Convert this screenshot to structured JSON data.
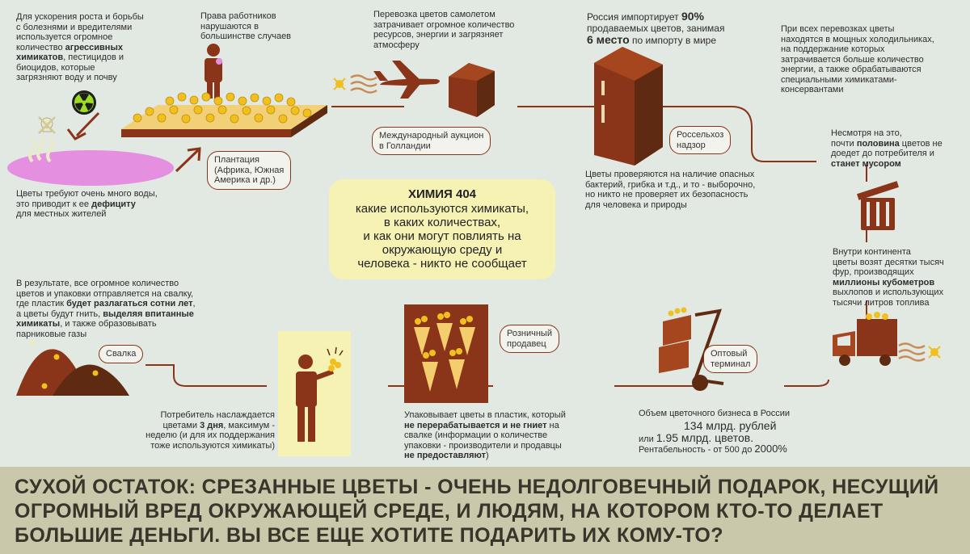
{
  "colors": {
    "brown": "#8a3419",
    "dark_brown": "#5e2a12",
    "flower": "#f0c01e",
    "pink": "#e48fe0",
    "bg": "#e2e8e2",
    "center_bg": "#f5f2b4",
    "bottom_bg": "#c9c8ab"
  },
  "center": {
    "title": "ХИМИЯ 404",
    "body": "какие используются химикаты,\nв каких количествах,\nи как они могут повлиять на\nокружающую среду и\nчеловека - никто не сообщает"
  },
  "nodes": {
    "plantation": "Плантация\n(Африка, Южная\nАмерика и др.)",
    "auction": "Международный аукцион\nв Голландии",
    "rosselhoz": "Россельхоз\nнадзор",
    "retail": "Розничный\nпродавец",
    "wholesale": "Оптовый\nтерминал",
    "dump": "Свалка"
  },
  "texts": {
    "growth_a": "Для ускорения роста и борьбы\nс болезнями и вредителями\nиспользуется огромное\nколичество ",
    "growth_b": "агрессивных\nхимикатов",
    "growth_c": ", пестицидов и\nбиоцидов, которые\nзагрязняют воду и почву",
    "workers": "Права работников\nнарушаются в\nбольшинстве случаев",
    "plane": "Перевозка цветов самолетом\nзатрачивает огромное количество\nресурсов, энергии и загрязняет\nатмосферу",
    "import_a": "Россия импортирует ",
    "import_b": "90%",
    "import_c": "\nпродаваемых цветов, занимая\n",
    "import_d": "6 место",
    "import_e": " по импорту в мире",
    "fridges": "При всех перевозках цветы\nнаходятся в мощных холодильниках,\nна поддержание которых\nзатрачивается больше количество\nэнергии, а также обрабатываются\nспециальными химикатами-\nконсервантами",
    "water_a": "Цветы требуют очень много воды,\nэто приводит к ее ",
    "water_b": "дефициту",
    "water_c": "\nдля местных жителей",
    "check": "Цветы проверяются на наличие опасных\nбактерий, грибка и т.д., и то - выборочно,\nно никто не проверяет их безопасность\nдля человека и природы",
    "trash_a": "Несмотря на это,\nпочти ",
    "trash_b": "половина",
    "trash_c": " цветов не\nдоедет до потребителя и\n",
    "trash_d": "станет мусором",
    "truck_a": "Внутри континента\nцветы возят десятки тысяч\nфур, производящих\n",
    "truck_b": "миллионы кубометров",
    "truck_c": "\nвыхлопов и использующих\nтысячи литров топлива",
    "landfill_a": "В результате, все огромное количество\nцветов и упаковки отправляется на свалку,\nгде пластик ",
    "landfill_b": "будет разлагаться сотни лет",
    "landfill_c": ",\nа цветы будут гнить, ",
    "landfill_d": "выделяя впитанные\nхимикаты",
    "landfill_e": ", и также образовывать\nпарниковые газы",
    "consumer_a": "Потребитель наслаждается\nцветами ",
    "consumer_b": "3 дня",
    "consumer_c": ", максимум -\nнеделю (и для их поддержания\nтоже используются химикаты)",
    "pack_a": "Упаковывает цветы в пластик, который\n",
    "pack_b": "не перерабатывается и не гниет",
    "pack_c": " на\nсвалке (информации о количестве\nупаковки - производители и продавцы\n",
    "pack_d": "не предоставляют",
    "pack_e": ")",
    "biz_title": "Объем цветочного бизнеса в России",
    "biz_rub": "134 млрд. рублей",
    "biz_or": "или ",
    "biz_cnt": "1.95 млрд. цветов.",
    "biz_profit_a": "Рентабельность - от 500 до ",
    "biz_profit_b": "2000%"
  },
  "conclusion": "СУХОЙ ОСТАТОК: СРЕЗАННЫЕ ЦВЕТЫ - ОЧЕНЬ НЕДОЛГОВЕЧНЫЙ ПОДАРОК, НЕСУЩИЙ\nОГРОМНЫЙ ВРЕД ОКРУЖАЮЩЕЙ СРЕДЕ, И ЛЮДЯМ, НА КОТОРОМ КТО-ТО ДЕЛАЕТ\nБОЛЬШИЕ ДЕНЬГИ. ВЫ ВСЕ ЕЩЕ ХОТИТЕ ПОДАРИТЬ ИХ КОМУ-ТО?",
  "icons": [
    "radiation-icon",
    "skull-icon",
    "worker-icon",
    "plantation-icon",
    "pink-pond-icon",
    "airplane-icon",
    "fumes-icon",
    "building-icon",
    "refrigerator-icon",
    "trash-can-icon",
    "truck-icon",
    "hand-truck-icon",
    "retail-cones-icon",
    "consumer-icon",
    "landfill-icon"
  ]
}
